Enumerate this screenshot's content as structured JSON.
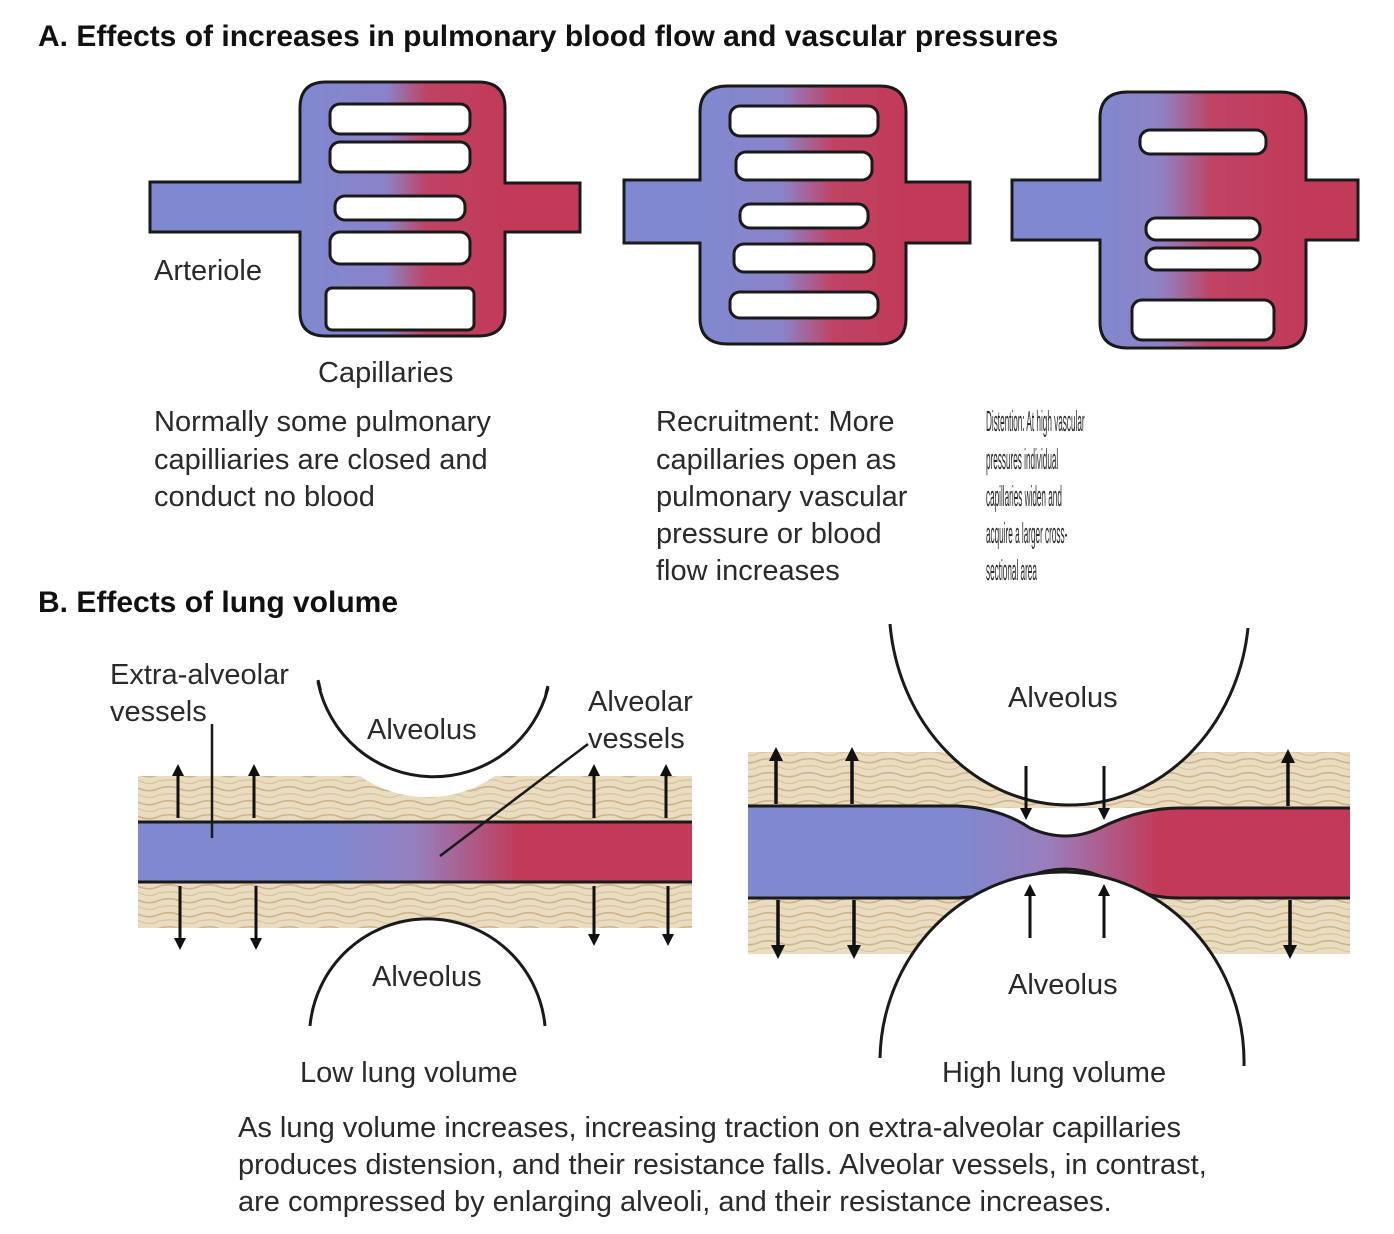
{
  "section_a": {
    "title": "A. Effects of increases in pulmonary blood flow and vascular pressures",
    "labels": {
      "arteriole": "Arteriole",
      "capillaries": "Capillaries"
    },
    "panels": [
      {
        "caption": [
          "Normally some pulmonary",
          "capilliaries are closed and",
          "conduct no blood"
        ]
      },
      {
        "caption": [
          "Recruitment: More",
          "capillaries open as",
          "pulmonary vascular",
          "pressure or blood",
          "flow increases"
        ]
      },
      {
        "caption": [
          "Distention: At high vascular",
          "pressures individual",
          "capillaries widen and",
          "acquire a larger cross-",
          "sectional area"
        ]
      }
    ]
  },
  "section_b": {
    "title": "B. Effects of lung volume",
    "low": {
      "extra_alveolar": [
        "Extra-alveolar",
        "vessels"
      ],
      "alveolar": [
        "Alveolar",
        "vessels"
      ],
      "alveolus_top": "Alveolus",
      "alveolus_bottom": "Alveolus",
      "caption": "Low lung volume"
    },
    "high": {
      "alveolus_top": "Alveolus",
      "alveolus_bottom": "Alveolus",
      "caption": "High lung volume"
    },
    "summary": [
      "As lung volume increases, increasing traction on extra-alveolar capillaries",
      "produces distension, and their resistance falls. Alveolar vessels, in contrast,",
      "are compressed by enlarging alveoli, and their resistance increases."
    ]
  },
  "colors": {
    "venous_blue": "#7f86cf",
    "arterial_red": "#c13b5a",
    "tissue_tan": "#e9dcc0",
    "outline": "#1a1a1a"
  }
}
